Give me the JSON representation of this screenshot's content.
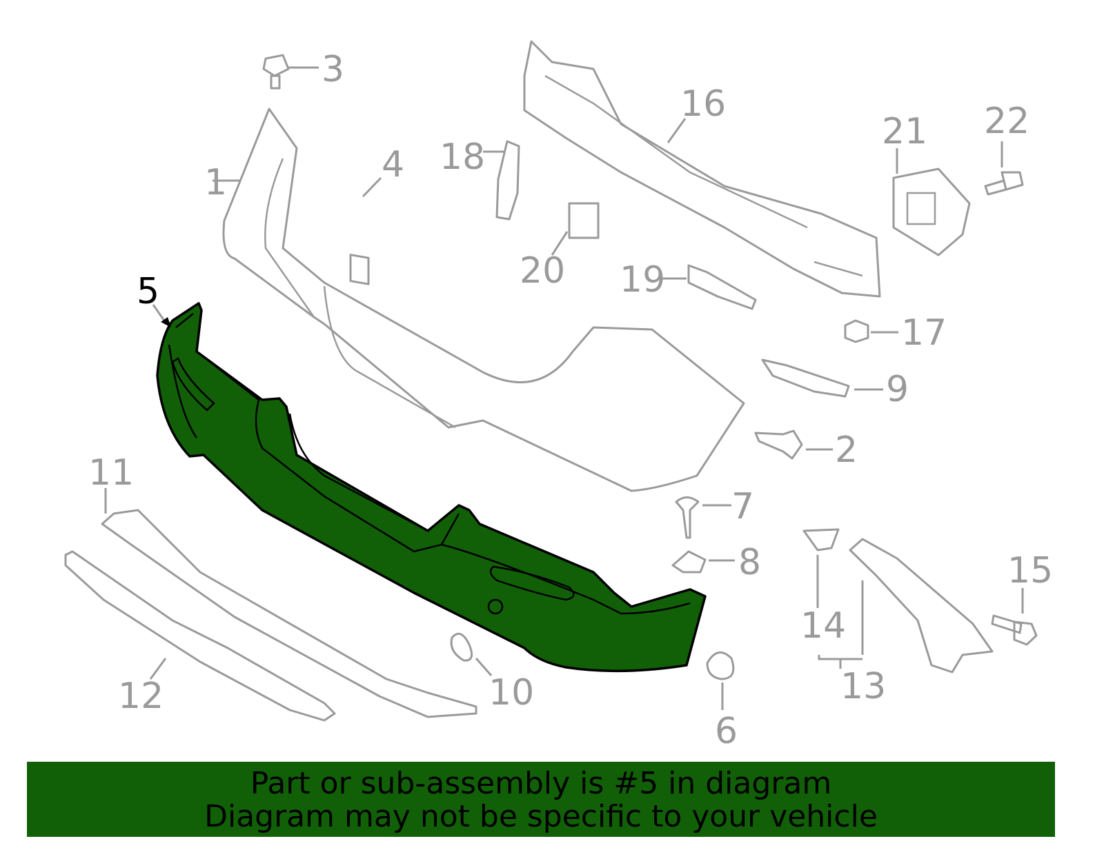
{
  "diagram": {
    "highlight_part": "5",
    "highlight_color": "#116008",
    "callouts": [
      "1",
      "2",
      "3",
      "4",
      "5",
      "6",
      "7",
      "8",
      "9",
      "10",
      "11",
      "12",
      "13",
      "14",
      "15",
      "16",
      "17",
      "18",
      "19",
      "20",
      "21",
      "22"
    ]
  },
  "banner": {
    "line1": "Part or sub-assembly is #5 in diagram",
    "line2": "Diagram may not be specific to your vehicle",
    "color": "#116008"
  }
}
